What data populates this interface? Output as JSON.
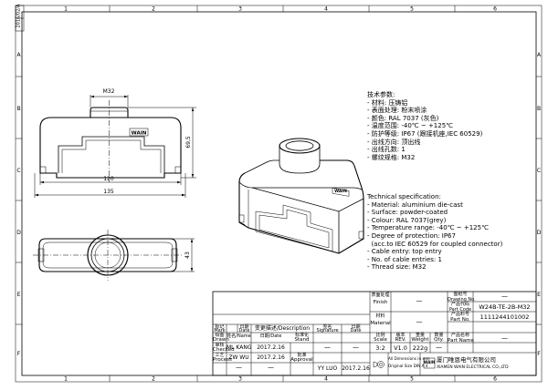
{
  "frame": {
    "columns": [
      "1",
      "2",
      "3",
      "4",
      "5",
      "6"
    ],
    "rows": [
      "A",
      "B",
      "C",
      "D",
      "E",
      "F"
    ],
    "corner_text": "2016/02/A"
  },
  "dimensions": {
    "thread": "M32",
    "height": "69,5",
    "width_inner": "120",
    "width_outer": "135",
    "depth": "43"
  },
  "labels": {
    "logo": "WAIN"
  },
  "tech_cn": {
    "heading": "技术参数:",
    "lines": [
      "- 材料: 压铸铝",
      "- 表面处理: 粉末喷涂",
      "- 颜色: RAL 7037 (灰色)",
      "- 温度范围: -40℃ ~ +125℃",
      "- 防护等级: IP67 (跟接机座,IEC 60529)",
      "- 出线方向: 顶出线",
      "- 出线孔数: 1",
      "- 螺纹规格: M32"
    ]
  },
  "tech_en": {
    "heading": "Technical specification:",
    "lines": [
      "- Material: aluminium die-cast",
      "- Surface: powder-coated",
      "- Colour: RAL 7037(grey)",
      "- Temperature range: -40℃ ~ +125℃",
      "- Degree of protection: IP67",
      "  (acc.to IEC 60529 for coupled connector)",
      "- Cable entry: top entry",
      "- No. of cable entries: 1",
      "- Thread size: M32"
    ]
  },
  "title_block": {
    "finish_cn": "表面处理",
    "finish_en": "Finish",
    "finish_val": "—",
    "material_cn": "材料",
    "material_en": "Material",
    "material_val": "—",
    "drawing_no_cn": "图纸号",
    "drawing_no_en": "Drawing No.",
    "drawing_no_val": "—",
    "part_code_cn": "产品代码",
    "part_code_en": "Part Code",
    "part_code_val": "W24B-TE-2B-M32",
    "part_no_cn": "产品料号",
    "part_no_en": "Part No.",
    "part_no_val": "1111244101002",
    "part_name_cn": "产品名称",
    "part_name_en": "Part Name",
    "part_name_val": "—",
    "mark_cn": "标记",
    "mark_en": "Mark",
    "date_cn": "日期",
    "date_en": "Date",
    "change_cn": "变更描述/Description",
    "sig_cn": "签名",
    "sig_en": "Signature",
    "date2_cn": "日期",
    "date2_en": "Date",
    "drawn_cn": "绘图",
    "drawn_en": "Drawn",
    "checked_cn": "审核",
    "checked_en": "Checked",
    "process_cn": "工艺",
    "process_en": "Process",
    "name_cn": "姓名/Name",
    "date_hdr": "日期/Date",
    "stand_cn": "标准化",
    "stand_en": "Stand",
    "approval_cn": "批准",
    "approval_en": "Approval",
    "drawn_name": "ML  KANG",
    "drawn_date": "2017.2.16",
    "checked_name": "ZW   WU",
    "checked_date": "2017.2.16",
    "process_name": "—",
    "process_date": "—",
    "stand_val": "—",
    "stand_val2": "—",
    "approval_name": "YY   LUO",
    "approval_date": "2017.2.16",
    "scale_cn": "比例",
    "scale_en": "Scale",
    "scale_val": "3:2",
    "rev_cn": "版本",
    "rev_en": "REV.",
    "rev_val": "V1.0",
    "weight_cn": "重量",
    "weight_en": "Weight",
    "weight_val": "222g",
    "qty_cn": "数量",
    "qty_en": "Qty.",
    "qty_val": "—",
    "tolerance_1": "All Dimensions in mm",
    "tolerance_2": "Original Size DIN A 4",
    "company_cn": "厦门唯恩电气有限公司",
    "company_en": "XIAMEN WAIN ELECTRICAL CO.,LTD",
    "company_logo": "WAIN"
  },
  "colors": {
    "line": "#000000",
    "background": "#ffffff"
  }
}
